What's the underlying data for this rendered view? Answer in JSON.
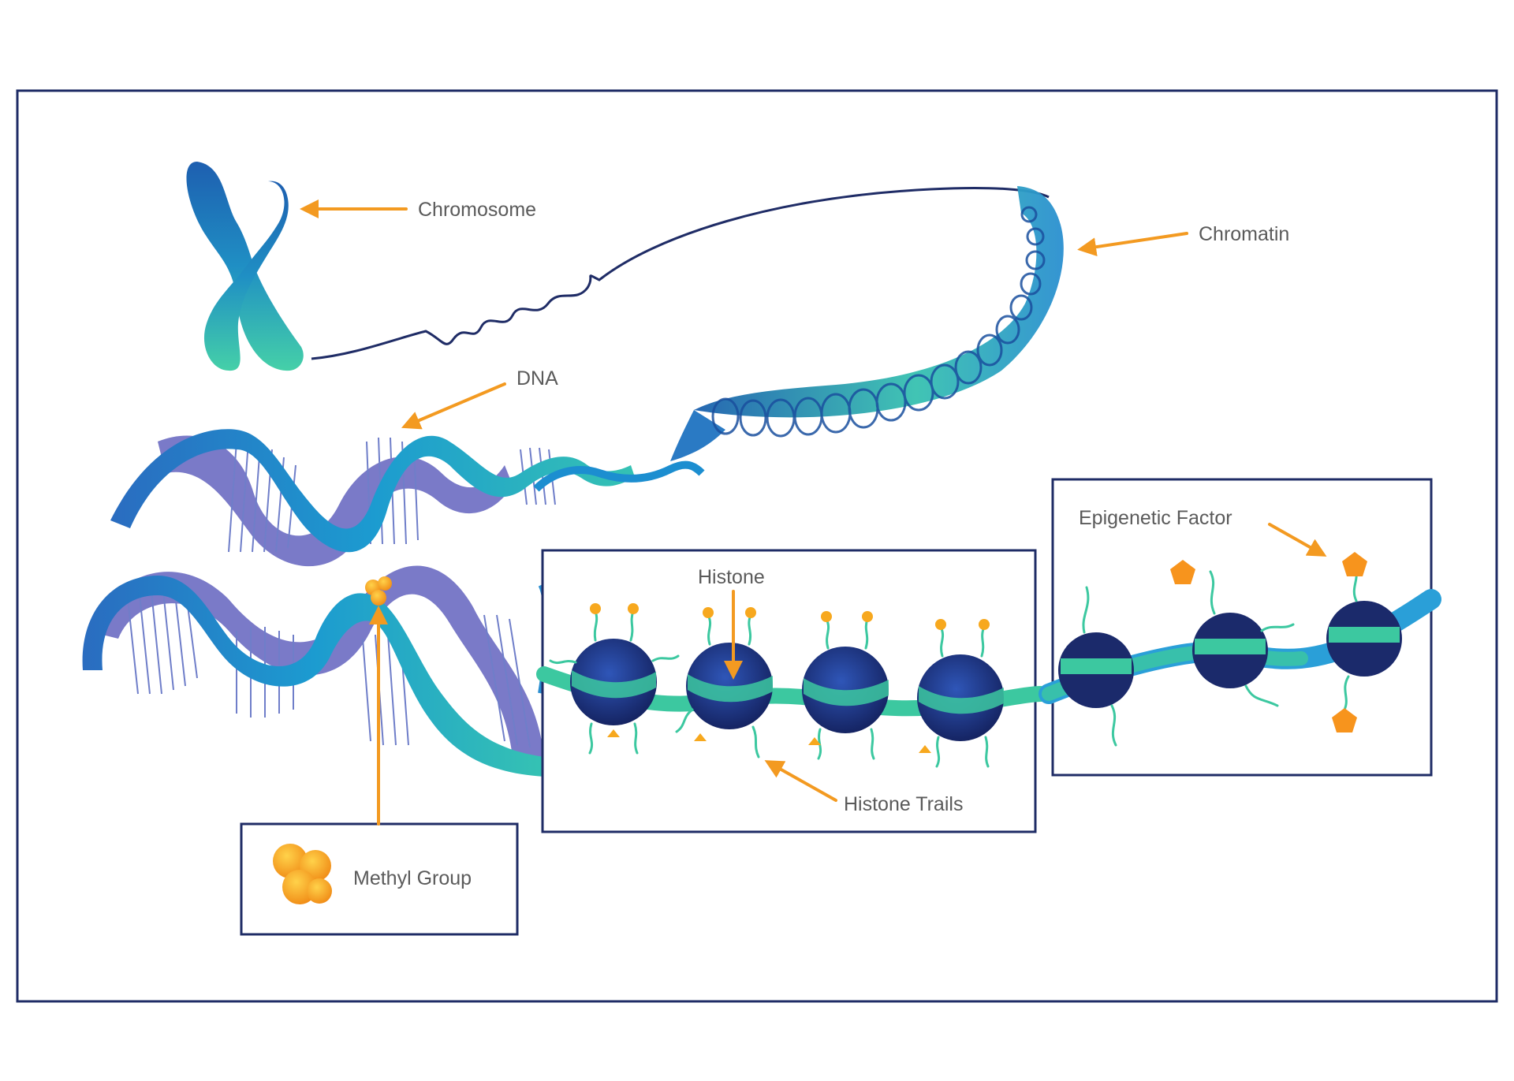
{
  "labels": {
    "chromosome": "Chromosome",
    "chromatin": "Chromatin",
    "dna": "DNA",
    "histone": "Histone",
    "histone_trails": "Histone Trails",
    "epigenetic_factor": "Epigenetic Factor",
    "methyl_group": "Methyl Group"
  },
  "colors": {
    "frame": "#1f2c66",
    "arrow": "#f39a21",
    "label_text": "#5a5a5a",
    "dna_blue": "#1e88c9",
    "dna_violet": "#7a7ac8",
    "teal": "#3cc8a0",
    "histone_navy": "#1b2a6b",
    "methyl_orange": "#f7a81e"
  }
}
